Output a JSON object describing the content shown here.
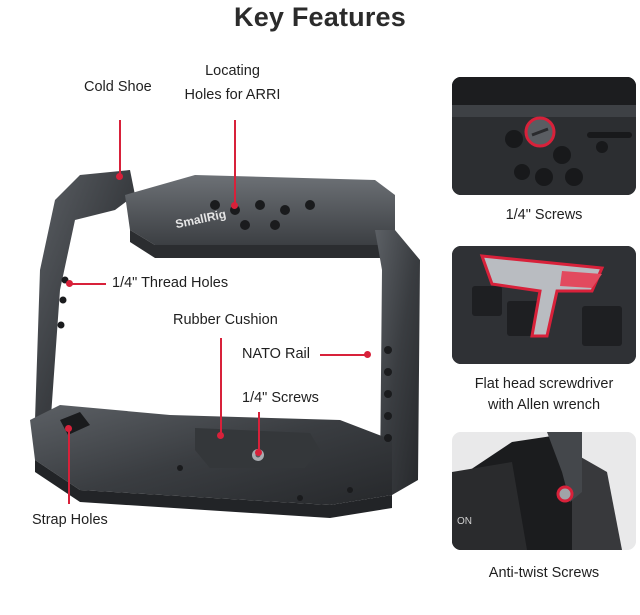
{
  "title": "Key Features",
  "brand": "SmallRig",
  "callouts": {
    "cold_shoe": "Cold Shoe",
    "locating_line1": "Locating",
    "locating_line2": "Holes for ARRI",
    "thread_holes": "1/4\" Thread Holes",
    "rubber_cushion": "Rubber Cushion",
    "nato_rail": "NATO Rail",
    "screws": "1/4\" Screws",
    "strap_holes": "Strap Holes"
  },
  "thumbnails": [
    {
      "caption_line1": "1/4\" Screws",
      "caption_line2": ""
    },
    {
      "caption_line1": "Flat head screwdriver",
      "caption_line2": "with Allen wrench"
    },
    {
      "caption_line1": "Anti-twist Screws",
      "caption_line2": ""
    }
  ],
  "colors": {
    "accent": "#d8213a",
    "metal_dark": "#2e3033",
    "metal_mid": "#45484c",
    "metal_light": "#6a6e73"
  }
}
